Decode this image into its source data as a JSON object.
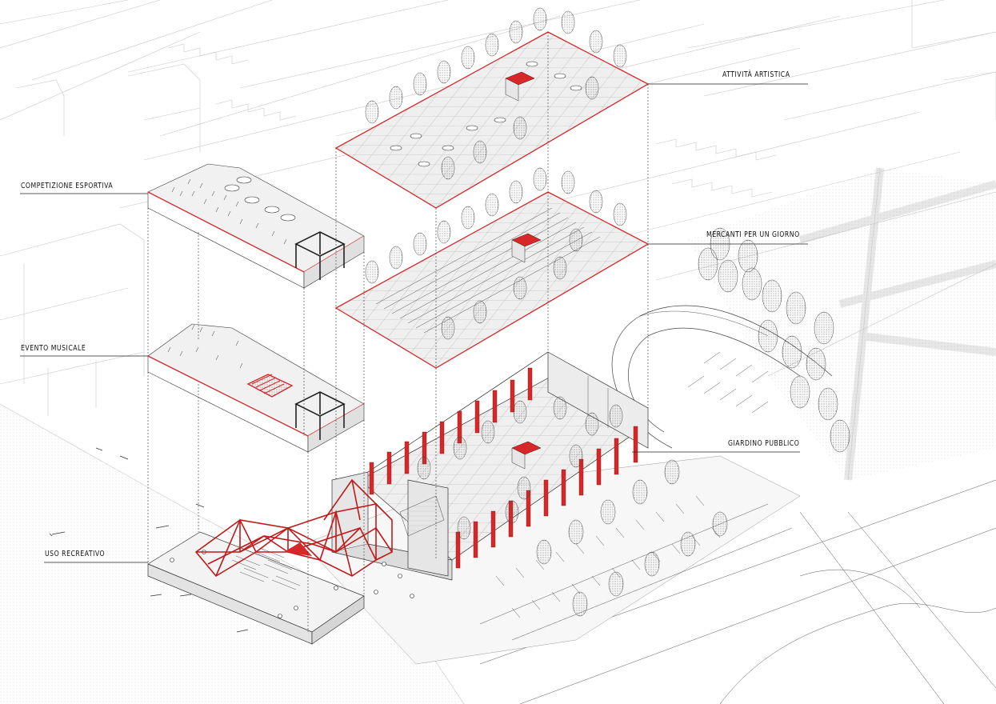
{
  "labels": {
    "attivita_artistica": "ATTIVITÀ ARTISTICA",
    "competizione_esportiva": "COMPETIZIONE ESPORTIVA",
    "mercanti_per_un_giorno": "MERCANTI PER UN GIORNO",
    "evento_musicale": "EVENTO MUSICALE",
    "giardino_pubblico": "GIARDINO PUBBLICO",
    "uso_recreativo": "USO RECREATIVO"
  },
  "colors": {
    "accent_red": "#d62828",
    "line": "#222222",
    "context_line": "#c8c8c8",
    "plaza_fill": "#efefef",
    "water_fill": "#f2f2f2"
  }
}
